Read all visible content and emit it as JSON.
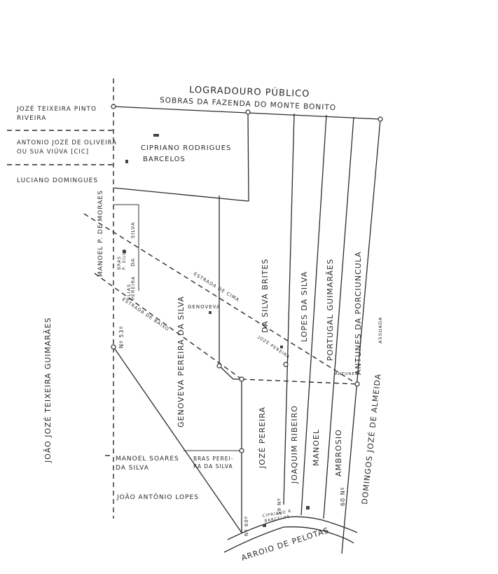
{
  "map": {
    "header": {
      "title": "LOGRADOURO PÚBLICO",
      "subtitle": "SOBRAS DA FAZENDA DO MONTE BONITO"
    },
    "road": "ARROIO DE PELOTAS",
    "west_neighbors": [
      {
        "line1": "JOZÉ TEIXEIRA PINTO",
        "line2": "RIVEIRA"
      },
      {
        "line1": "ANTONIO JOZÉ DE OLIVEIRA",
        "line2": "OU SUA VIÚVA [CIC]"
      },
      {
        "line1": "LUCIANO DOMINGUES",
        "line2": ""
      }
    ],
    "far_west_owner": "JOÃO JOZÉ TEIXEIRA GUIMARÃES",
    "lots": {
      "cipriano_line1": "CIPRIANO RODRIGUES",
      "cipriano_line2": "BARCELOS",
      "manoel_moraes": "MANOEL P. DE MORAES",
      "n53": "Nº 53º",
      "elias_1": "ELIAS",
      "elias_2": "PEREIRA",
      "elias_3": "DA",
      "elias_4": "SILVA",
      "small_1": "BRAS",
      "small_2": "P. SILVA",
      "genoveva_main": "GENOVEVA PEREIRA DA SILVA",
      "genoveva_small": "GENOVEVA",
      "estrada_cima": "ESTRADA DE CIMA",
      "estrada_baixo": "ESTRADA DE BAIXO",
      "silva_brites": "DA SILVA BRITES",
      "lopes_silva": "LOPES DA SILVA",
      "portugal_guimaraes": "PORTUGAL GUIMARÃES",
      "antunes_porciuncula": "ANTUNES DA PORCIUNCULA",
      "assuada": "ASSUADA",
      "joze_pereira": "JOZÉ PEREIRA",
      "joaquim_ribeiro": "JOAQUIM RIBEIRO",
      "manoel": "MANOEL",
      "ambrosio": "AMBROSIO",
      "domingos": "DOMINGOS JOZÉ DE ALMEIDA",
      "n60": "60 Nº",
      "n59": "59 Nº",
      "n60b": "Nº 60º",
      "manoel_soares_1": "MANOEL SOARES",
      "manoel_soares_2": "DA SILVA",
      "bras_1": "BRAS PEREI-",
      "bras_2": "RA DA SILVA",
      "joao_antonio": "JOÃO ANTÔNIO LOPES",
      "cipriano_bottom_1": "CIPRIANO R.",
      "cipriano_bottom_2": "BARCELOS",
      "jose_pereira_small": "JOZÉ PEREIRA",
      "antunes_small": "ANTUNES"
    }
  }
}
